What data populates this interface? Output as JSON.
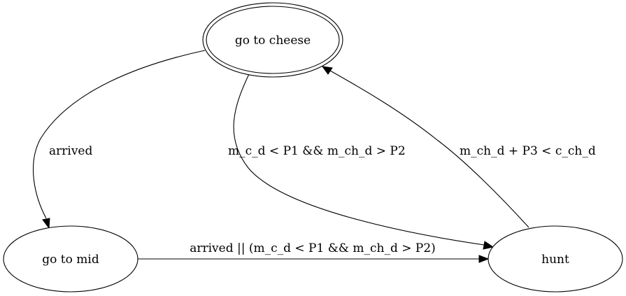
{
  "nodes": {
    "go_to_cheese": {
      "label": "go to cheese",
      "accepting": true
    },
    "go_to_mid": {
      "label": "go to mid"
    },
    "hunt": {
      "label": "hunt"
    }
  },
  "edges": {
    "cheese_to_mid": {
      "from": "go to cheese",
      "to": "go to mid",
      "label": "arrived"
    },
    "cheese_to_hunt": {
      "from": "go to cheese",
      "to": "hunt",
      "label": "m_c_d < P1 && m_ch_d > P2"
    },
    "hunt_to_cheese": {
      "from": "hunt",
      "to": "go to cheese",
      "label": "m_ch_d + P3 < c_ch_d"
    },
    "mid_to_hunt": {
      "from": "go to mid",
      "to": "hunt",
      "label": "arrived || (m_c_d < P1 && m_ch_d > P2)"
    }
  },
  "colors": {
    "stroke": "#000000",
    "background": "#ffffff"
  }
}
